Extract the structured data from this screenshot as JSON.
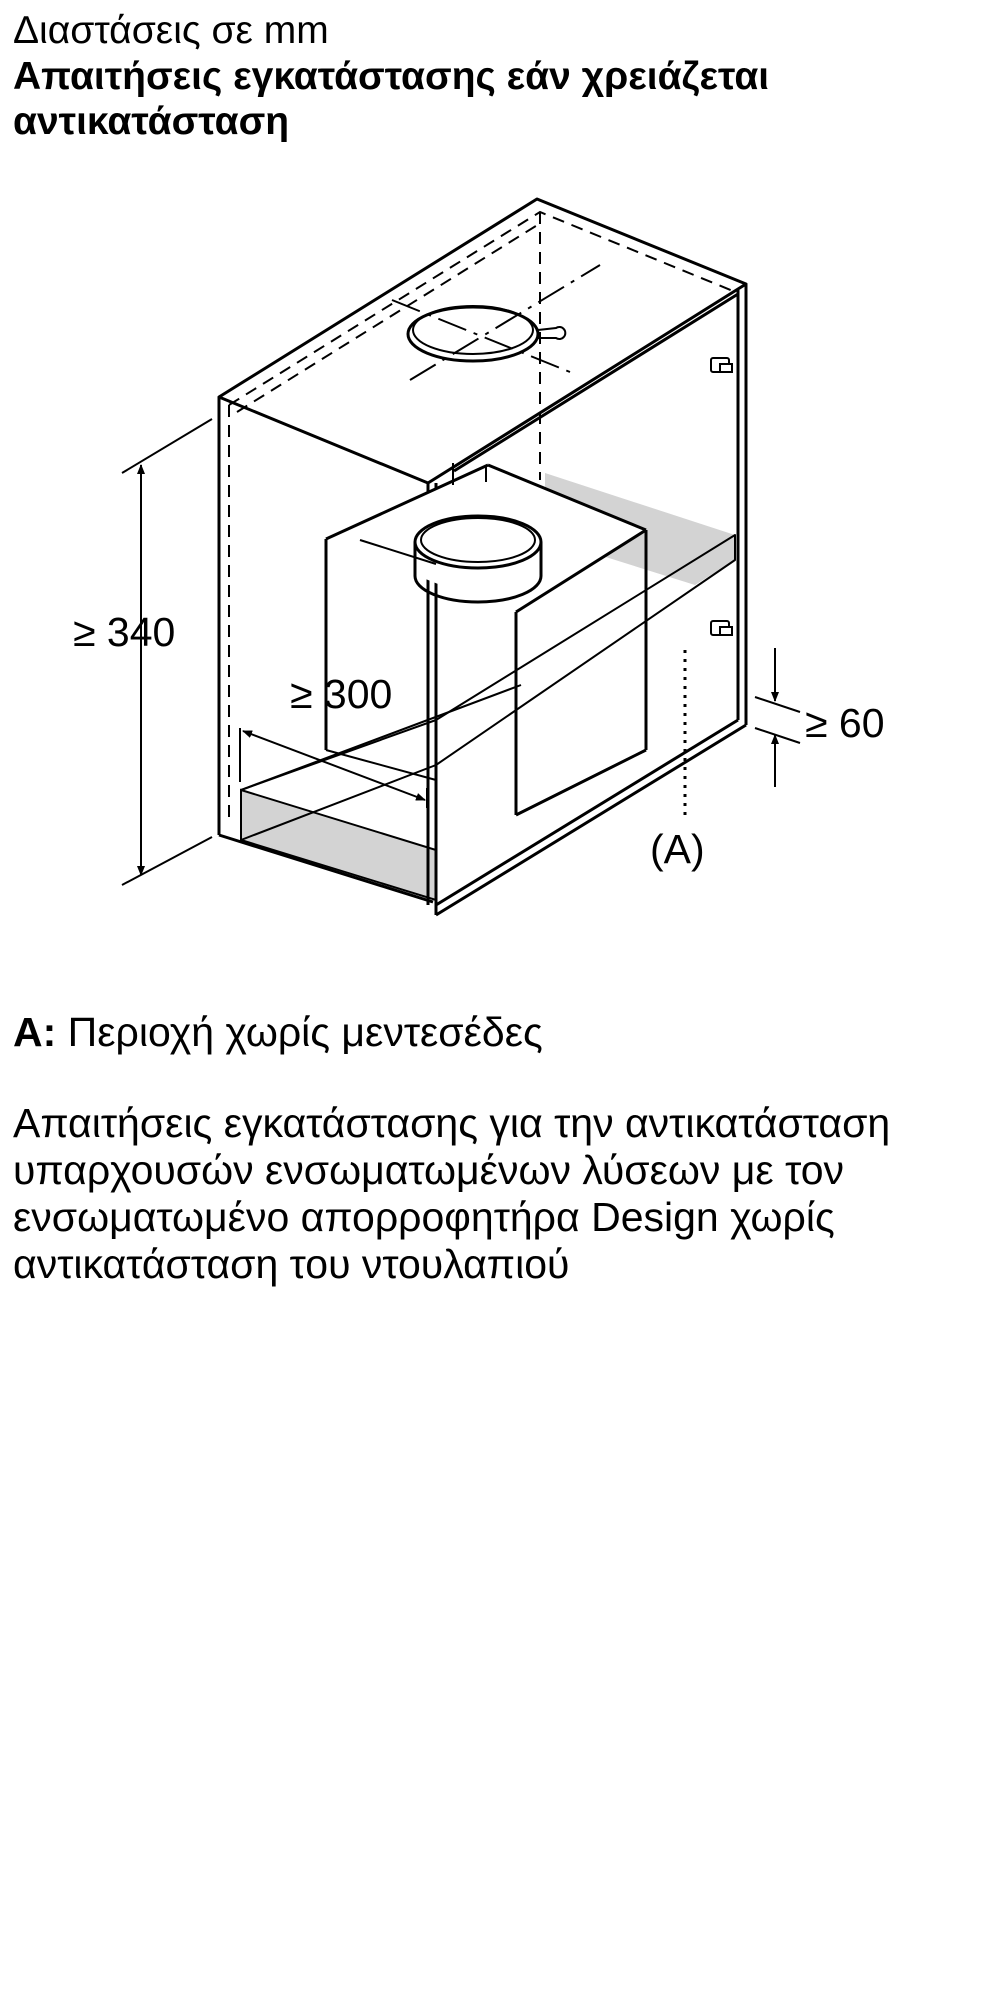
{
  "header": {
    "subtitle": "Διαστάσεις σε mm",
    "title": "Απαιτήσεις εγκατάστασης εάν χρειάζεται αντικατάσταση"
  },
  "diagram": {
    "dim_height": "≥ 340",
    "dim_depth": "≥ 300",
    "dim_gap": "≥ 60",
    "callout": "(A)",
    "highlight_color": "#d3d3d3",
    "line_color": "#000000"
  },
  "legend": {
    "key": "A:",
    "text": "Περιοχή χωρίς μεντεσέδες"
  },
  "description": "Απαιτήσεις εγκατάστασης για την αντικατάσταση υπαρχουσών ενσωματωμένων λύσεων με τον ενσωματωμένο απορροφητήρα Design χωρίς αντικατάσταση του ντουλαπιού"
}
